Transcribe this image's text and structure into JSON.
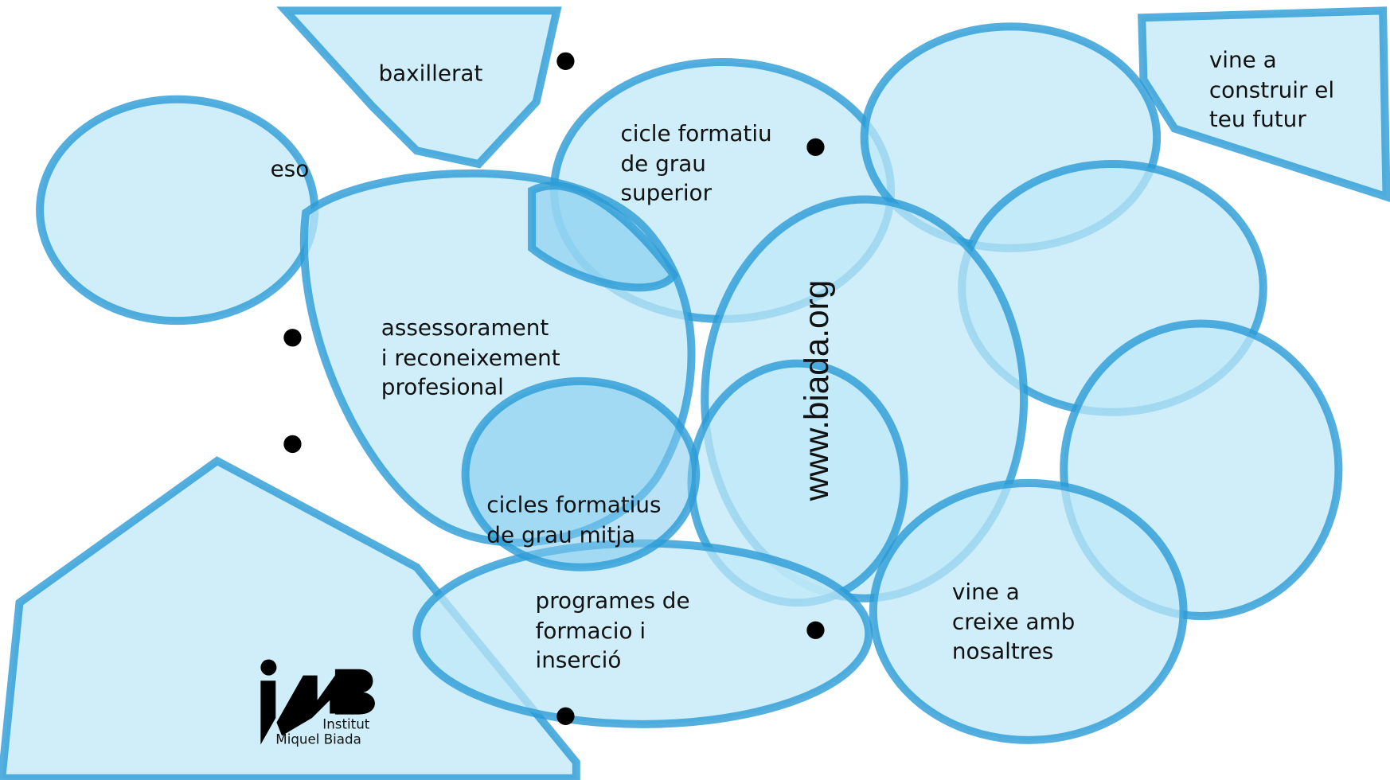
{
  "labels": {
    "baxillerat": [
      "baxillerat"
    ],
    "eso": [
      "eso"
    ],
    "cicle_superior": [
      "cicle formatiu",
      "de grau",
      "superior"
    ],
    "vine_construir": [
      "vine a",
      "construir el",
      "teu futur"
    ],
    "assessorament": [
      "assessorament",
      "i reconeixement",
      "profesional"
    ],
    "cicles_mitja": [
      "cicles formatius",
      "de grau mitja"
    ],
    "programes": [
      "programes de",
      "formacio i",
      "inserció"
    ],
    "vine_creixe": [
      "vine a",
      "creixe amb",
      "nosaltres"
    ]
  },
  "website": "www.biada.org",
  "logo": {
    "mark": "iMB",
    "line1": "Institut",
    "line2": "Miquel Biada"
  },
  "colors": {
    "fill": "#bfe8f7",
    "stroke": "#2a9bd6",
    "text": "#111111"
  }
}
